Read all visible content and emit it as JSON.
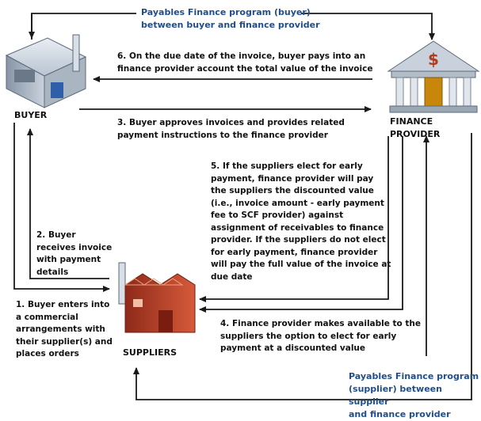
{
  "colors": {
    "arrow": "#1a1a1a",
    "program_text": "#1f4e8c",
    "factory_red": "#c0392b",
    "building_gray": "#9aa7b5",
    "bank_gold": "#c8860a"
  },
  "entities": {
    "buyer": "BUYER",
    "finance_provider": "FINANCE PROVIDER",
    "suppliers": "SUPPLIERS"
  },
  "programs": {
    "buyer_program": "Payables Finance program (buyer)\nbetween buyer and finance provider",
    "supplier_program": "Payables Finance program\n(supplier) between supplier\nand finance provider"
  },
  "steps": {
    "step1": "1. Buyer enters into\na commercial\narrangements with\ntheir supplier(s) and\nplaces orders",
    "step2": "2. Buyer\nreceives invoice\nwith payment\ndetails",
    "step3": "3. Buyer approves invoices and provides related\npayment instructions to the finance provider",
    "step4": "4. Finance provider makes available to the\nsuppliers the option to elect for early\npayment at a discounted value",
    "step5": "5. If the suppliers elect for early\npayment, finance provider will pay\nthe suppliers the discounted value\n(i.e., invoice amount - early payment\nfee to SCF provider) against\nassignment of receivables to finance\nprovider. If the suppliers do not elect\nfor early payment, finance provider\nwill pay the full value of the invoice at\ndue date",
    "step6": "6. On the due date of the invoice, buyer pays into an\nfinance provider account the total value of the invoice"
  },
  "icons": {
    "buyer": "factory-icon",
    "finance_provider": "bank-icon",
    "suppliers": "factory-icon"
  },
  "bank_symbol": "$"
}
